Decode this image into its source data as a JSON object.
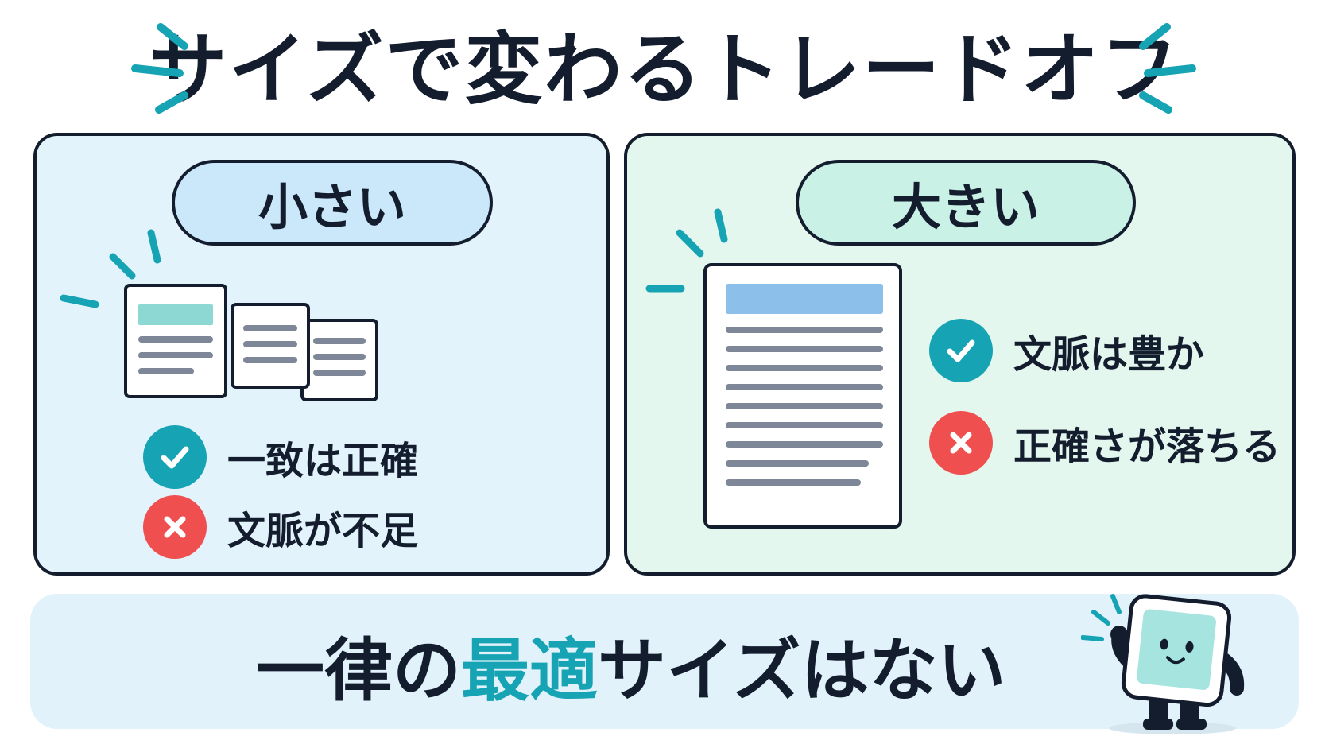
{
  "title": "サイズで変わるトレードオフ",
  "left_panel": {
    "label": "小さい",
    "pros": "一致は正確",
    "cons": "文脈が不足"
  },
  "right_panel": {
    "label": "大きい",
    "pros": "文脈は豊か",
    "cons": "正確さが落ちる"
  },
  "conclusion": {
    "before": "一律の",
    "highlight": "最適",
    "after": "サイズはない"
  },
  "colors": {
    "teal": "#16a3b4",
    "red": "#ef4f4f",
    "ink": "#141d2e",
    "left_bg": "#e3f3fc",
    "right_bg": "#e4f7ee"
  },
  "icons": {
    "check": "check-icon",
    "cross": "cross-icon"
  }
}
